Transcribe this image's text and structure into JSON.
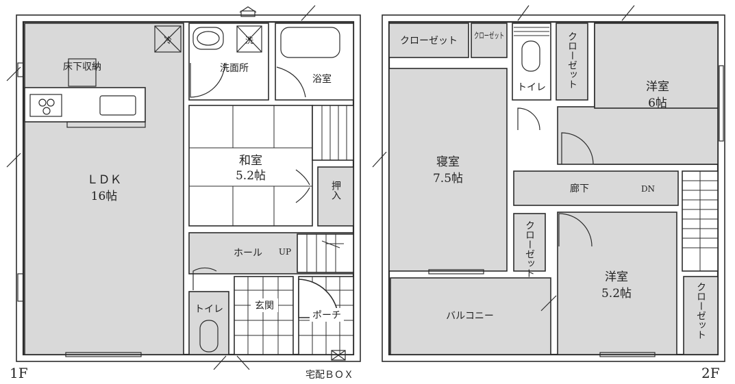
{
  "floor1": {
    "label": "1F",
    "rooms": {
      "ldk_name": "ＬＤＫ",
      "ldk_size": "16帖",
      "washroom": "洗面所",
      "bath": "浴室",
      "washitsu_name": "和室",
      "washitsu_size": "5.2帖",
      "oshiire": "押入",
      "hall": "ホール",
      "up": "UP",
      "toilet": "トイレ",
      "genkan": "玄関",
      "porch": "ポーチ",
      "underfloor": "床下収納",
      "fridge": "冷",
      "washer": "洗"
    },
    "delivery_box": "宅配ＢＯＸ"
  },
  "floor2": {
    "label": "2F",
    "rooms": {
      "closet1": "クローゼット",
      "closet2": "クローゼット",
      "closet3": "クローゼット",
      "closet4": "クローゼット",
      "closet5": "クローゼット",
      "toilet": "トイレ",
      "bedroom_name": "寝室",
      "bedroom_size": "7.5帖",
      "western1_name": "洋室",
      "western1_size": "6帖",
      "corridor": "廊下",
      "dn": "DN",
      "western2_name": "洋室",
      "western2_size": "5.2帖",
      "balcony": "バルコニー"
    }
  }
}
